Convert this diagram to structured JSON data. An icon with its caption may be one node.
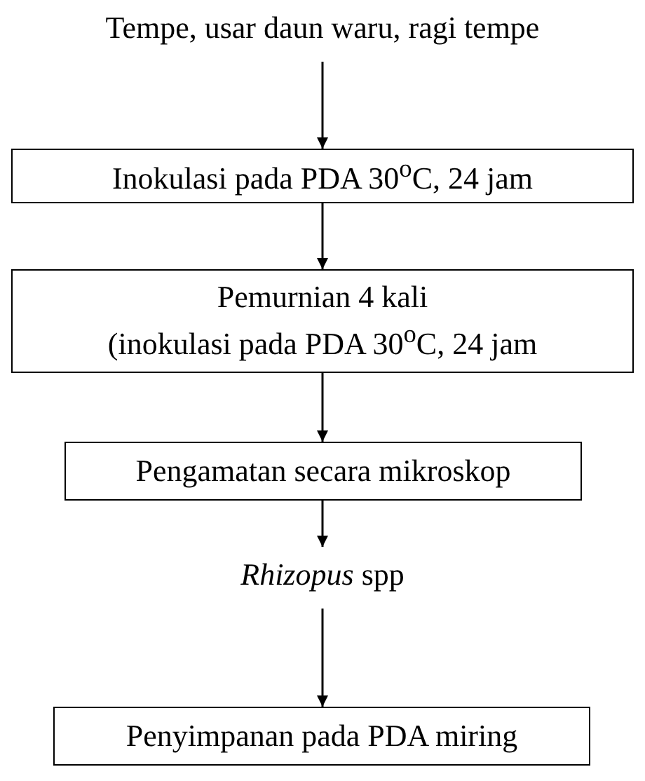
{
  "diagram": {
    "nodes": [
      {
        "text": [
          "Tempe, usar daun waru, ragi tempe"
        ]
      },
      {
        "text": [
          "Inokulasi pada PDA 30$^{o}$C, 24 jam"
        ]
      },
      {
        "text": [
          "Pemurnian 4 kali",
          "(inokulasi pada PDA 30$^{o}$C, 24 jam"
        ]
      },
      {
        "text": [
          "Pengamatan secara mikroskop"
        ]
      },
      {
        "text": [
          "*Rhizopus* spp"
        ]
      },
      {
        "text": [
          "Penyimpanan pada PDA miring"
        ]
      }
    ],
    "edges": [
      {
        "from": 0,
        "to": 1,
        "arrow": "to"
      },
      {
        "from": 1,
        "to": 2,
        "arrow": "to"
      },
      {
        "from": 2,
        "to": 3,
        "arrow": "to"
      },
      {
        "from": 3,
        "to": 4,
        "arrow": "to"
      },
      {
        "from": 4,
        "to": 5,
        "arrow": "to"
      }
    ]
  }
}
